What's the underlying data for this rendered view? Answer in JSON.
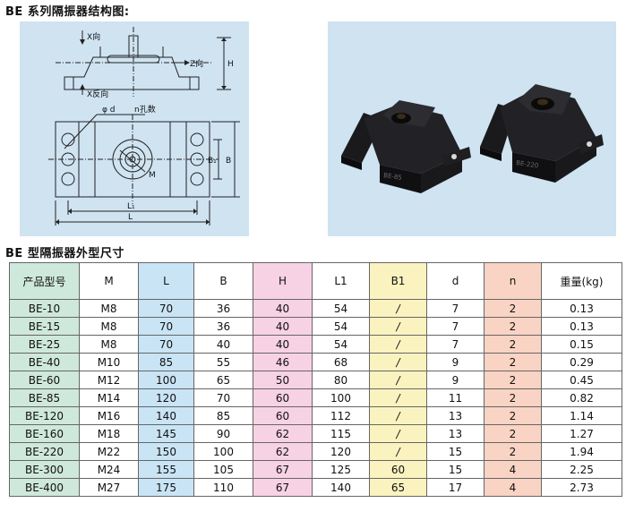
{
  "titles": {
    "structure": "BE 系列隔振器结构图:",
    "dimensions": "BE 型隔振器外型尺寸"
  },
  "drawing_labels": {
    "x_dir": "X向",
    "z_dir": "Z向",
    "x_reverse": "X反向",
    "H": "H",
    "phi_d": "φ d",
    "n_holes": "n孔数",
    "M": "M",
    "B1": "B₁",
    "B": "B",
    "L1": "L₁",
    "L": "L"
  },
  "photo_labels": {
    "left_part": "BE-85",
    "right_part": "BE-220"
  },
  "table": {
    "headers": [
      "产品型号",
      "M",
      "L",
      "B",
      "H",
      "L1",
      "B1",
      "d",
      "n",
      "重量(kg)"
    ],
    "column_colors": [
      "#cfe8dc",
      "#ffffff",
      "#c9e4f5",
      "#ffffff",
      "#f7d2e4",
      "#ffffff",
      "#fbf3bf",
      "#ffffff",
      "#f9d3c3",
      "#ffffff"
    ],
    "rows": [
      [
        "BE-10",
        "M8",
        "70",
        "36",
        "40",
        "54",
        "/",
        "7",
        "2",
        "0.13"
      ],
      [
        "BE-15",
        "M8",
        "70",
        "36",
        "40",
        "54",
        "/",
        "7",
        "2",
        "0.13"
      ],
      [
        "BE-25",
        "M8",
        "70",
        "40",
        "40",
        "54",
        "/",
        "7",
        "2",
        "0.15"
      ],
      [
        "BE-40",
        "M10",
        "85",
        "55",
        "46",
        "68",
        "/",
        "9",
        "2",
        "0.29"
      ],
      [
        "BE-60",
        "M12",
        "100",
        "65",
        "50",
        "80",
        "/",
        "9",
        "2",
        "0.45"
      ],
      [
        "BE-85",
        "M14",
        "120",
        "70",
        "60",
        "100",
        "/",
        "11",
        "2",
        "0.82"
      ],
      [
        "BE-120",
        "M16",
        "140",
        "85",
        "60",
        "112",
        "/",
        "13",
        "2",
        "1.14"
      ],
      [
        "BE-160",
        "M18",
        "145",
        "90",
        "62",
        "115",
        "/",
        "13",
        "2",
        "1.27"
      ],
      [
        "BE-220",
        "M22",
        "150",
        "100",
        "62",
        "120",
        "/",
        "15",
        "2",
        "1.94"
      ],
      [
        "BE-300",
        "M24",
        "155",
        "105",
        "67",
        "125",
        "60",
        "15",
        "4",
        "2.25"
      ],
      [
        "BE-400",
        "M27",
        "175",
        "110",
        "67",
        "140",
        "65",
        "17",
        "4",
        "2.73"
      ]
    ]
  }
}
